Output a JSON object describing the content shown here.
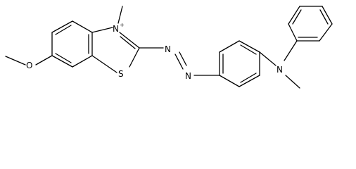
{
  "molecule": {
    "atoms": {
      "ring_nitrogen": "N",
      "ring_nitrogen_charge": "+",
      "ring_sulfur": "S",
      "methoxy_oxygen": "O",
      "azo_nitrogen_1": "N",
      "azo_nitrogen_2": "N",
      "amine_nitrogen": "N"
    }
  }
}
